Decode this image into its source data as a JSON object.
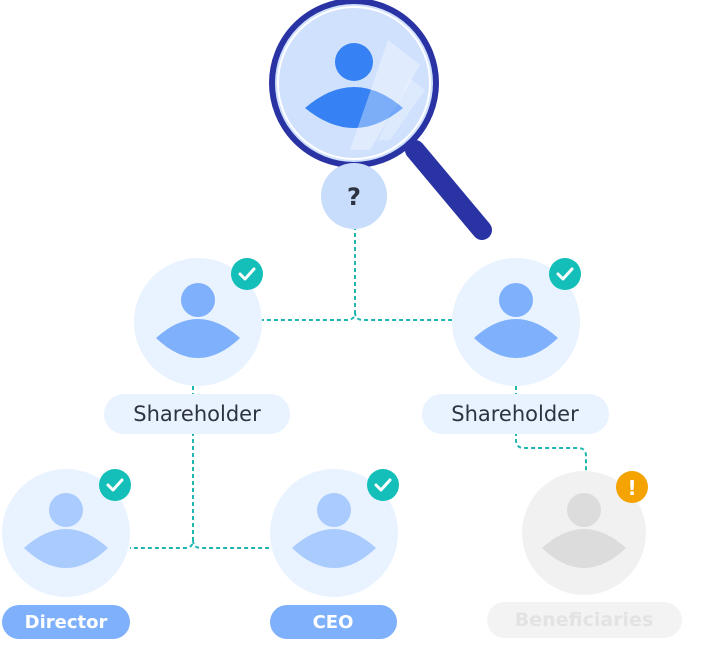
{
  "top": {
    "unknown_mark": "?"
  },
  "nodes": {
    "shareholder_left": {
      "label": "Shareholder",
      "status": "verified"
    },
    "shareholder_right": {
      "label": "Shareholder",
      "status": "verified"
    },
    "director": {
      "label": "Director",
      "status": "verified"
    },
    "ceo": {
      "label": "CEO",
      "status": "verified"
    },
    "beneficiaries": {
      "label": "Beneficiaries",
      "status": "warning",
      "warning_mark": "!"
    }
  },
  "colors": {
    "connector": "#1fb6b0",
    "verified_badge": "#13bfb8",
    "warning_badge": "#f5a300",
    "avatar_bg": "#e9f2ff",
    "avatar_figure": "#7fb0fb",
    "avatar_figure_light": "#a9cbfd",
    "pill_light": "#e9f2ff",
    "pill_blue": "#7fb0fb",
    "disabled": "#f1f1f1",
    "magnifier": "#2a33a3"
  }
}
